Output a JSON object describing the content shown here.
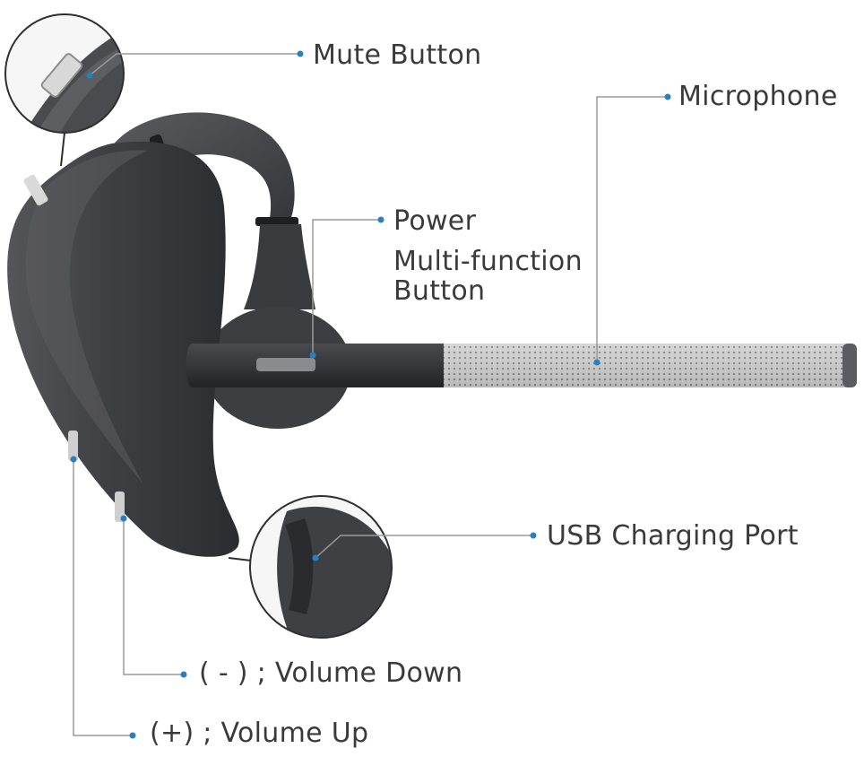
{
  "labels": {
    "mute": "Mute Button",
    "microphone": "Microphone",
    "power": "Power",
    "multi_line1": "Multi-function",
    "multi_line2": "Button",
    "usb": "USB Charging Port",
    "volume_down": "( - ) ; Volume Down",
    "volume_up": "(+) ; Volume Up"
  },
  "colors": {
    "callout_dot": "#2a7fc0",
    "leader_line": "#9a9a9a",
    "body_dark": "#3c3d40",
    "mic_boom": "#c9c9c9",
    "background": "#ffffff"
  }
}
